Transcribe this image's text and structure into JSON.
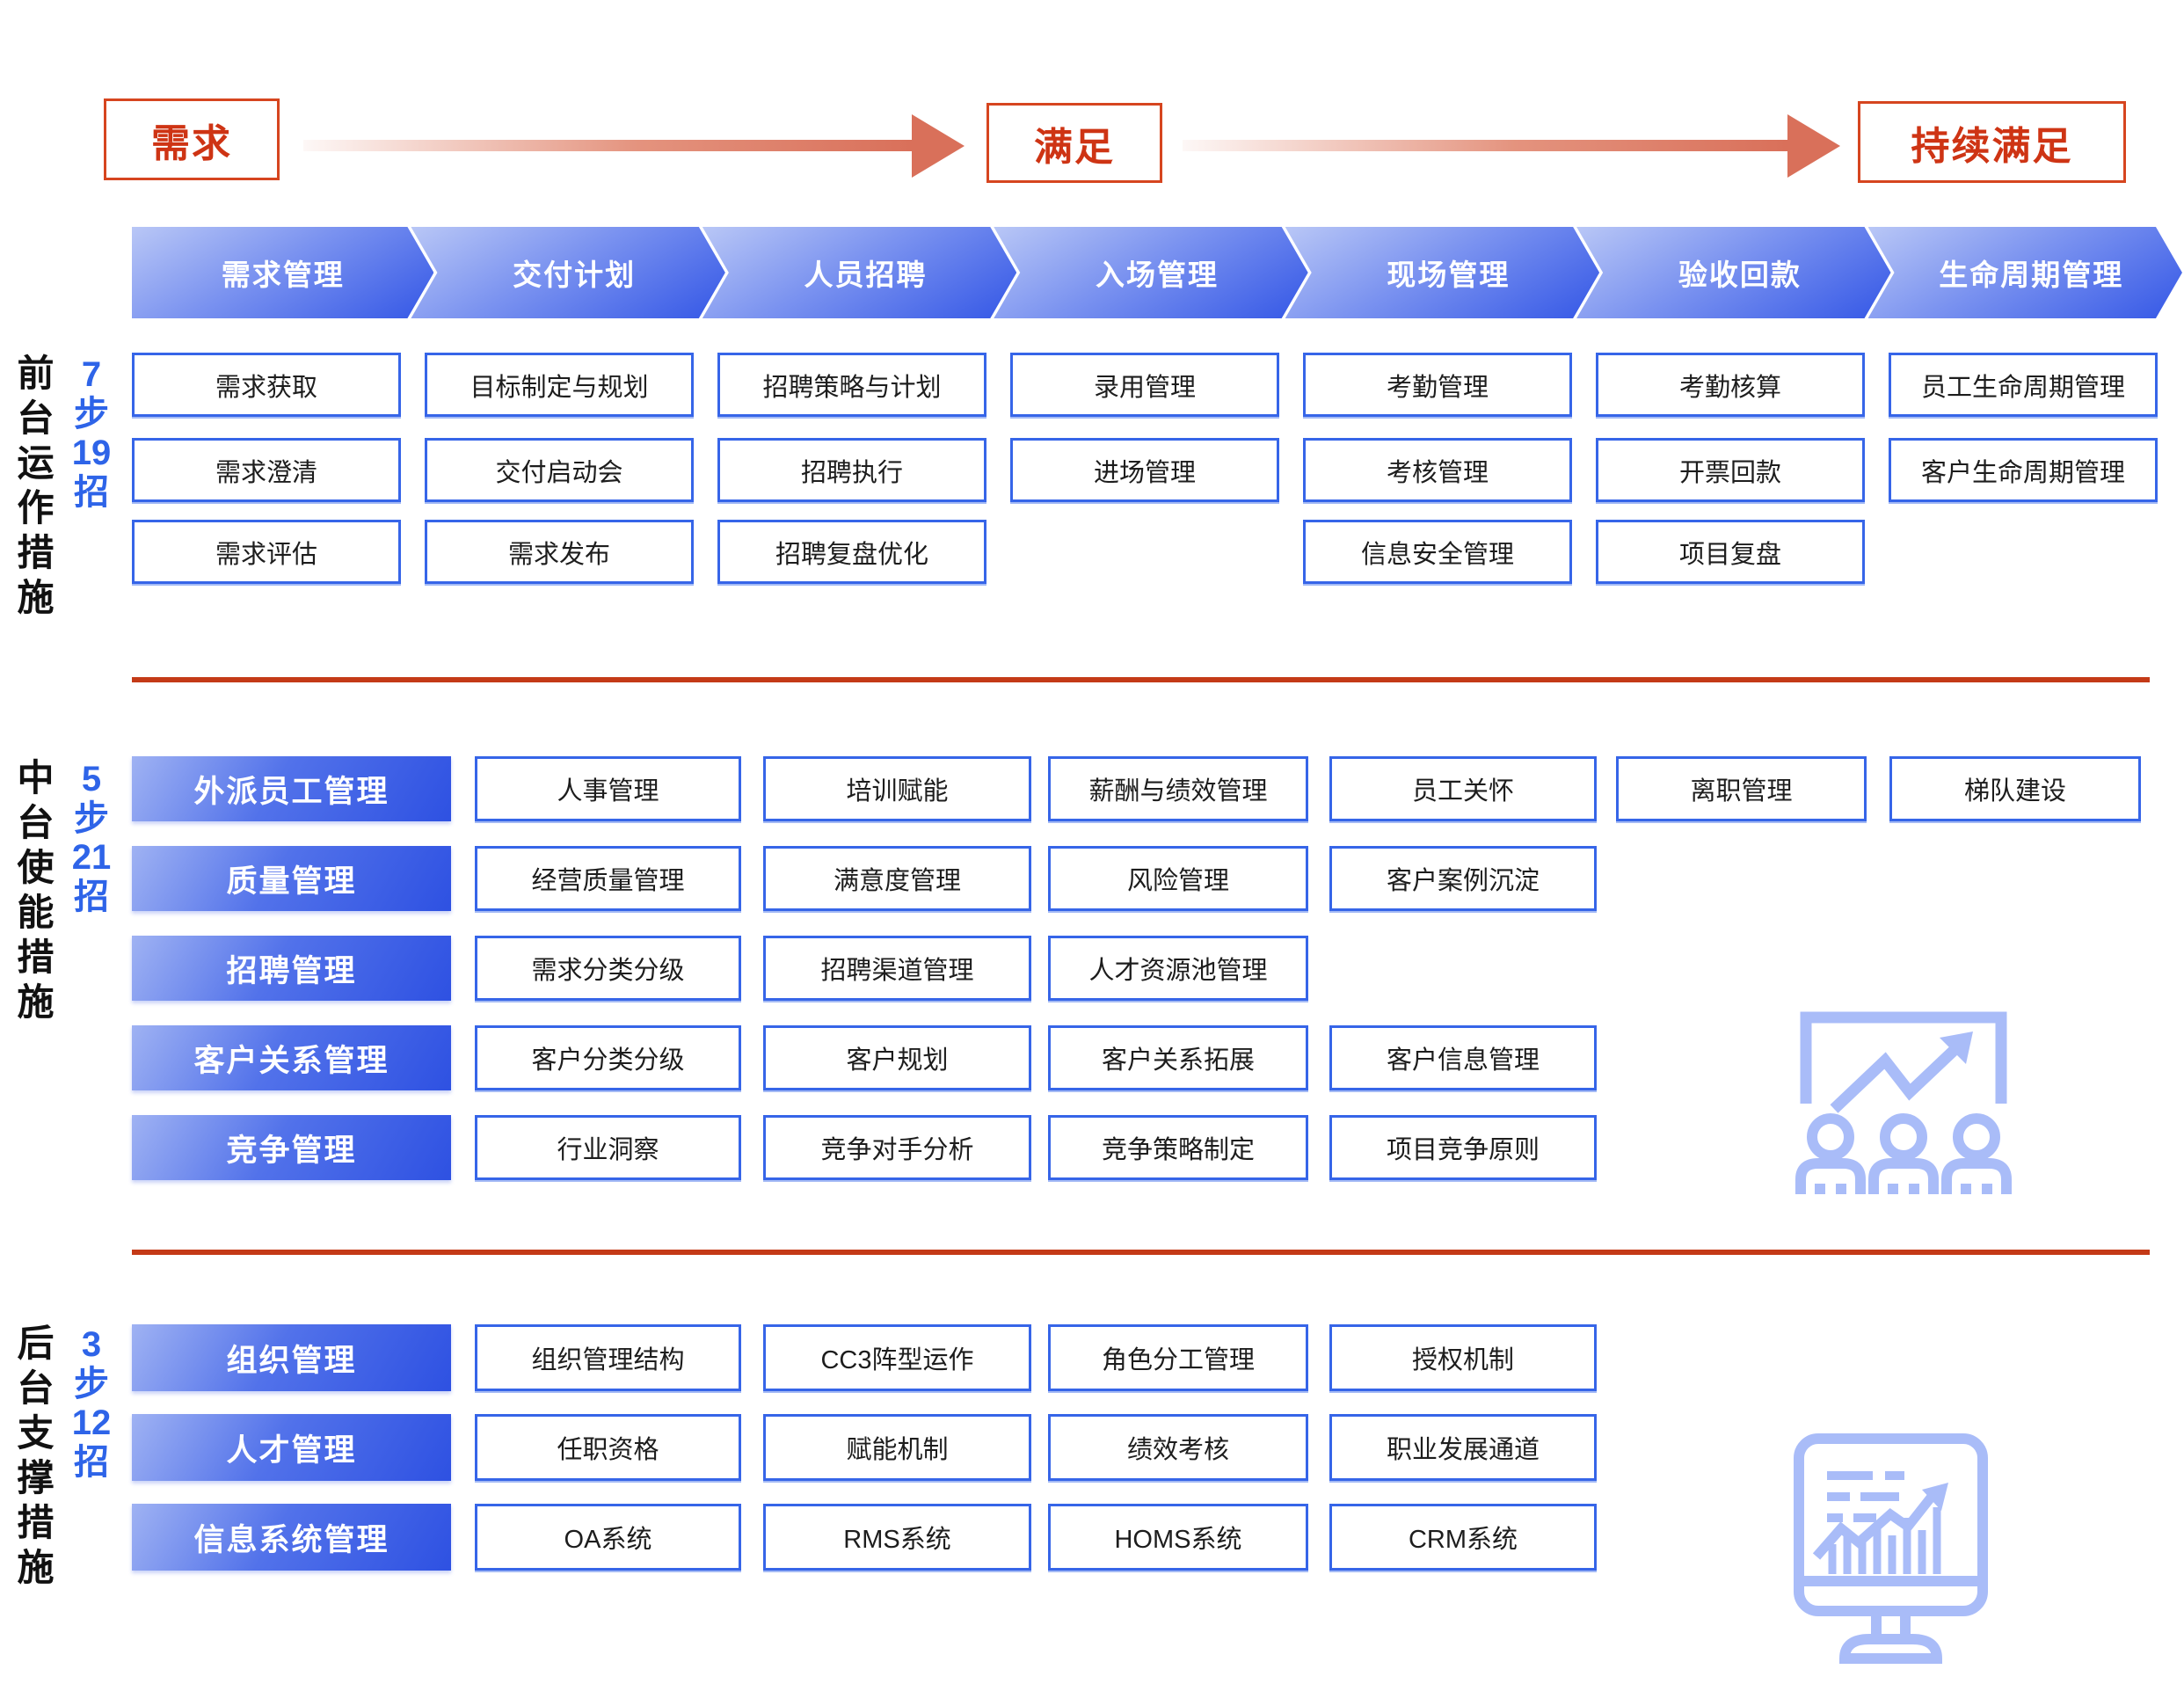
{
  "flow": {
    "stages": [
      "需求",
      "满足",
      "持续满足"
    ]
  },
  "phases": [
    "需求管理",
    "交付计划",
    "人员招聘",
    "入场管理",
    "现场管理",
    "验收回款",
    "生命周期管理"
  ],
  "front": {
    "side_label": "前台运作措施",
    "stat": [
      "7",
      "步",
      "19",
      "招"
    ],
    "rows": [
      [
        "需求获取",
        "目标制定与规划",
        "招聘策略与计划",
        "录用管理",
        "考勤管理",
        "考勤核算",
        "员工生命周期管理"
      ],
      [
        "需求澄清",
        "交付启动会",
        "招聘执行",
        "进场管理",
        "考核管理",
        "开票回款",
        "客户生命周期管理"
      ],
      [
        "需求评估",
        "需求发布",
        "招聘复盘优化",
        "信息安全管理",
        "项目复盘"
      ]
    ]
  },
  "middle": {
    "side_label": "中台使能措施",
    "stat": [
      "5",
      "步",
      "21",
      "招"
    ],
    "rows": [
      {
        "header": "外派员工管理",
        "items": [
          "人事管理",
          "培训赋能",
          "薪酬与绩效管理",
          "员工关怀",
          "离职管理",
          "梯队建设"
        ]
      },
      {
        "header": "质量管理",
        "items": [
          "经营质量管理",
          "满意度管理",
          "风险管理",
          "客户案例沉淀"
        ]
      },
      {
        "header": "招聘管理",
        "items": [
          "需求分类分级",
          "招聘渠道管理",
          "人才资源池管理"
        ]
      },
      {
        "header": "客户关系管理",
        "items": [
          "客户分类分级",
          "客户规划",
          "客户关系拓展",
          "客户信息管理"
        ]
      },
      {
        "header": "竞争管理",
        "items": [
          "行业洞察",
          "竞争对手分析",
          "竞争策略制定",
          "项目竞争原则"
        ]
      }
    ]
  },
  "back": {
    "side_label": "后台支撑措施",
    "stat": [
      "3",
      "步",
      "12",
      "招"
    ],
    "rows": [
      {
        "header": "组织管理",
        "items": [
          "组织管理结构",
          "CC3阵型运作",
          "角色分工管理",
          "授权机制"
        ]
      },
      {
        "header": "人才管理",
        "items": [
          "任职资格",
          "赋能机制",
          "绩效考核",
          "职业发展通道"
        ]
      },
      {
        "header": "信息系统管理",
        "items": [
          "OA系统",
          "RMS系统",
          "HOMS系统",
          "CRM系统"
        ]
      }
    ]
  },
  "icons": {
    "middle_decoration": "team-growth-board-icon",
    "back_decoration": "monitor-analytics-icon"
  },
  "colors": {
    "red_accent": "#ce3414",
    "red_border": "#d6451f",
    "red_divider": "#c43a17",
    "arrow_red": "#d9705a",
    "blue_border": "#3665e8",
    "blue_dark": "#2e51e2",
    "blue_light": "#b9c7f6",
    "stat_blue": "#2e64e8",
    "icon_blue": "#a9bcf8"
  }
}
